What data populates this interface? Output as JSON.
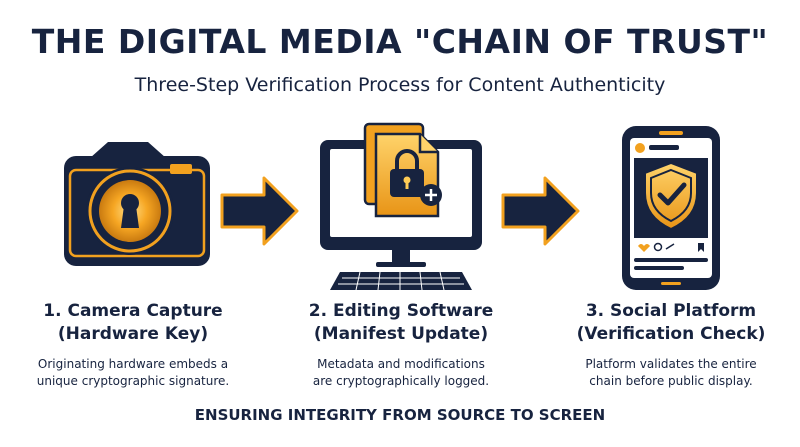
{
  "header": {
    "title": "THE DIGITAL MEDIA \"CHAIN OF TRUST\"",
    "subtitle": "Three-Step Verification Process for Content Authenticity"
  },
  "steps": [
    {
      "title_line1": "1. Camera Capture",
      "title_line2": "(Hardware Key)",
      "desc_line1": "Originating hardware embeds a",
      "desc_line2": "unique cryptographic signature.",
      "icon": "camera-keyhole-icon"
    },
    {
      "title_line1": "2. Editing Software",
      "title_line2": "(Manifest Update)",
      "desc_line1": "Metadata and modifications",
      "desc_line2": "are cryptographically logged.",
      "icon": "computer-locked-document-icon"
    },
    {
      "title_line1": "3. Social Platform",
      "title_line2": "(Verification Check)",
      "desc_line1": "Platform validates the entire",
      "desc_line2": "chain before public display.",
      "icon": "smartphone-shield-check-icon"
    }
  ],
  "footer": {
    "text": "ENSURING INTEGRITY FROM SOURCE TO SCREEN"
  },
  "colors": {
    "navy": "#17233f",
    "gold": "#f2a11f",
    "gold_light": "#ffcc55",
    "background": "#ffffff"
  }
}
